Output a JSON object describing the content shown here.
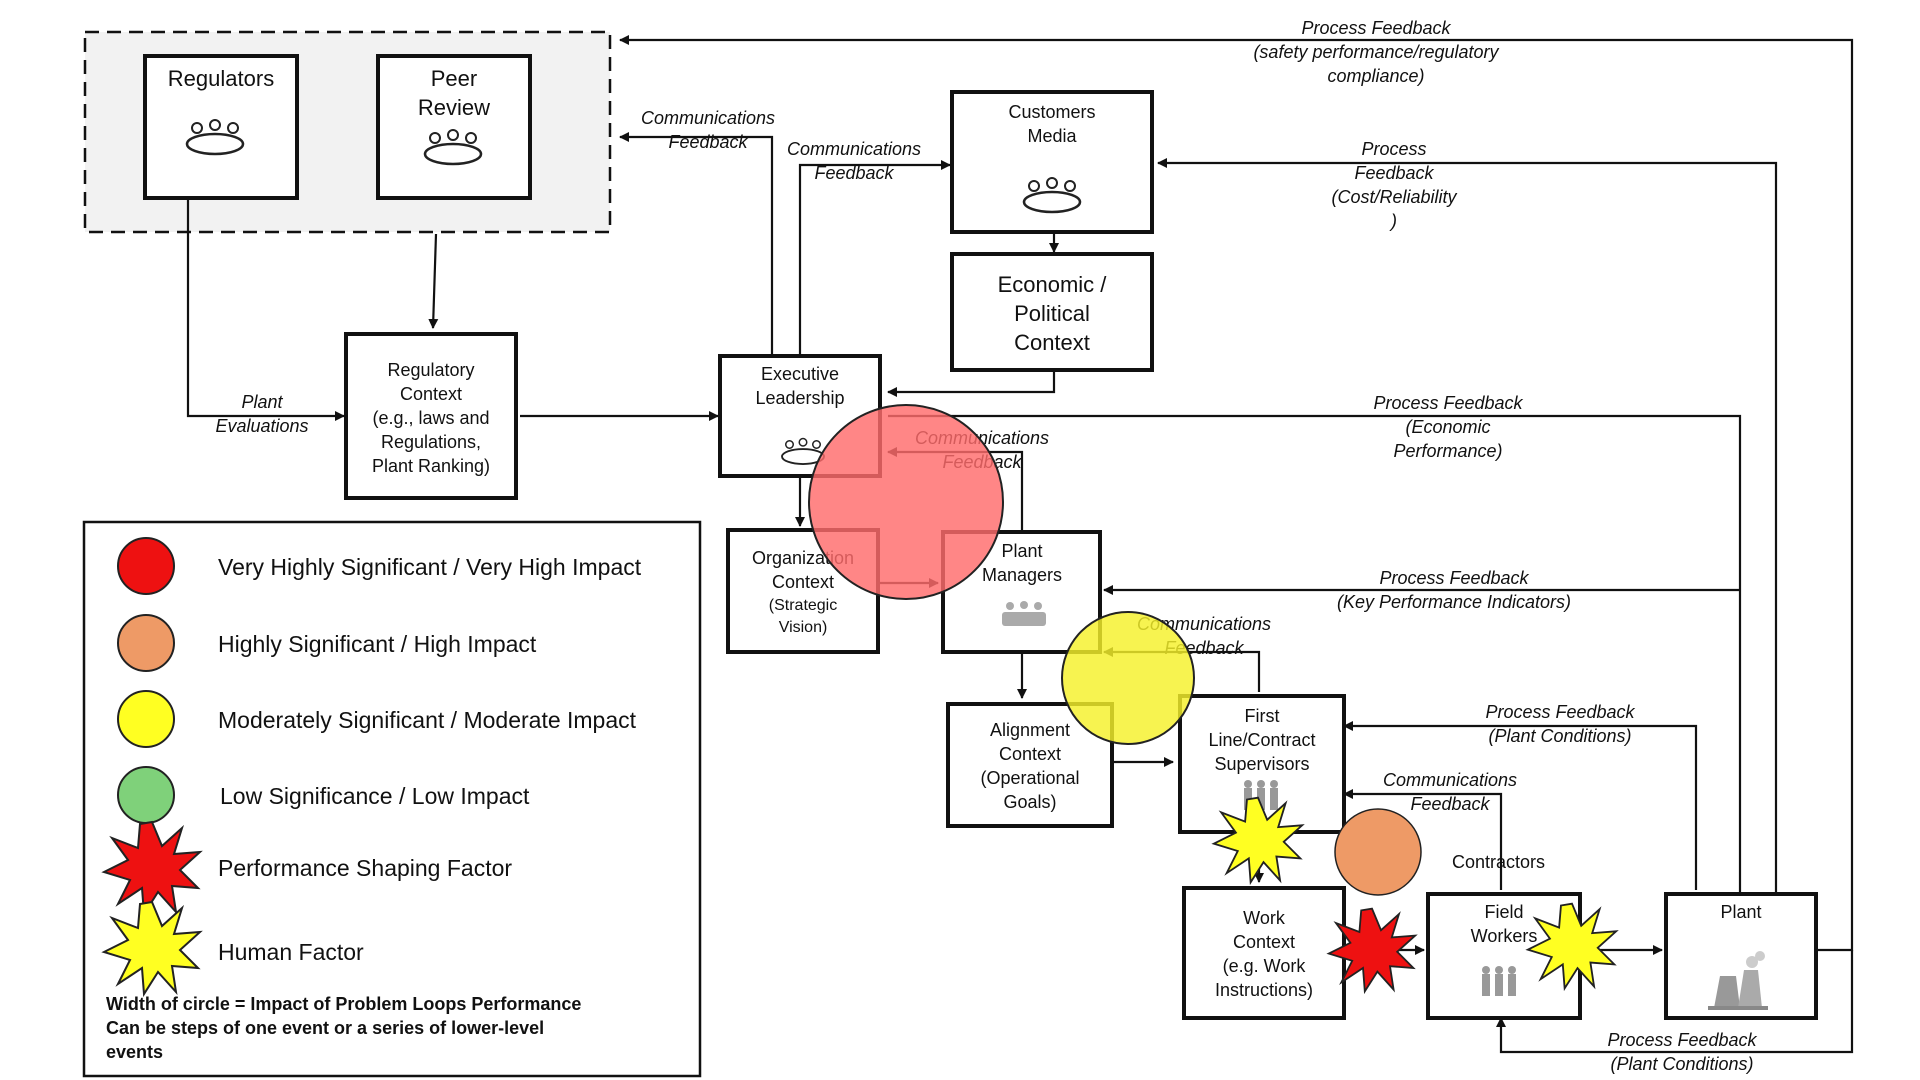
{
  "boxes": {
    "regulators": "Regulators",
    "peer_review": [
      "Peer",
      "Review"
    ],
    "customers_media": [
      "Customers",
      "Media"
    ],
    "economic_political": [
      "Economic /",
      "Political",
      "Context"
    ],
    "regulatory_context": [
      "Regulatory",
      "Context",
      "(e.g., laws and",
      "Regulations,",
      "Plant Ranking)"
    ],
    "executive_leadership": [
      "Executive",
      "Leadership"
    ],
    "organization_context": [
      "Organization",
      "Context",
      "(Strategic",
      "Vision)"
    ],
    "plant_managers": [
      "Plant",
      "Managers"
    ],
    "alignment_context": [
      "Alignment",
      "Context",
      "(Operational",
      "Goals)"
    ],
    "first_line": [
      "First",
      "Line/Contract",
      "Supervisors"
    ],
    "work_context": [
      "Work",
      "Context",
      "(e.g. Work",
      "Instructions)"
    ],
    "field_workers": [
      "Field",
      "Workers"
    ],
    "plant": "Plant",
    "contractors": "Contractors"
  },
  "edge_labels": {
    "pf_safety": [
      "Process Feedback",
      "(safety performance/regulatory",
      "compliance)"
    ],
    "comm_fb_regulators": [
      "Communications",
      "Feedback"
    ],
    "comm_fb_customers": [
      "Communications",
      "Feedback"
    ],
    "pf_cost": [
      "Process",
      "Feedback",
      "(Cost/Reliability",
      ")"
    ],
    "plant_evaluations": [
      "Plant",
      "Evaluations"
    ],
    "pf_economic": [
      "Process Feedback",
      "(Economic",
      "Performance)"
    ],
    "comm_fb_exec": [
      "Communications",
      "Feedback"
    ],
    "pf_kpi": [
      "Process Feedback",
      "(Key Performance Indicators)"
    ],
    "comm_fb_pm": [
      "Communications",
      "Feedback"
    ],
    "pf_plant_cond_1": [
      "Process Feedback",
      "(Plant  Conditions)"
    ],
    "comm_fb_fls": [
      "Communications",
      "Feedback"
    ],
    "pf_plant_cond_2": [
      "Process Feedback",
      "(Plant  Conditions)"
    ]
  },
  "legend": {
    "items": [
      {
        "label": "Very Highly Significant / Very High Impact",
        "color": "#ee1111",
        "symbol": "circle"
      },
      {
        "label": "Highly Significant / High Impact",
        "color": "#ee9a66",
        "symbol": "circle"
      },
      {
        "label": "Moderately Significant / Moderate Impact",
        "color": "#ffff22",
        "symbol": "circle"
      },
      {
        "label": "Low Significance / Low Impact",
        "color": "#7fd17a",
        "symbol": "circle"
      },
      {
        "label": "Performance Shaping Factor",
        "color": "#ee1111",
        "symbol": "starburst"
      },
      {
        "label": "Human Factor",
        "color": "#ffff22",
        "symbol": "starburst"
      }
    ],
    "note": [
      "Width of circle = Impact of Problem Loops Performance",
      "Can be steps of one event or a series of lower-level",
      "events"
    ]
  },
  "colors": {
    "red_overlay": "#ff6b6b",
    "yellow_overlay": "#f5f02a",
    "orange_marker": "#ee9a66",
    "dashed_group_fill": "#f2f2f2"
  }
}
